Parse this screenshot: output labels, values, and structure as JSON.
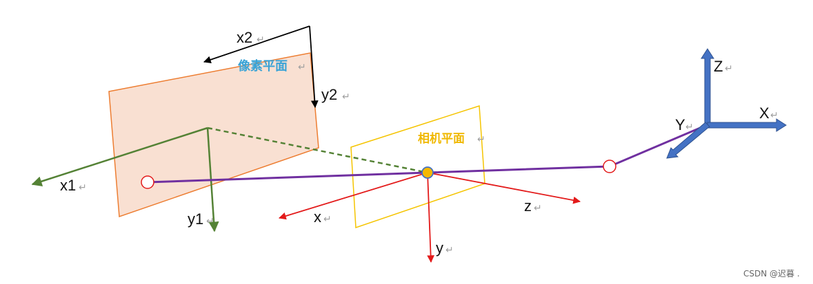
{
  "pixel_plane": {
    "title": "像素平面",
    "x_label": "x2",
    "y_label": "y2"
  },
  "image_plane": {
    "x_label": "x1",
    "y_label": "y1"
  },
  "camera_plane": {
    "title": "相机平面",
    "x_label": "x",
    "y_label": "y",
    "z_label": "z"
  },
  "world_axes": {
    "x_label": "X",
    "y_label": "Y",
    "z_label": "Z"
  },
  "return_mark": "↵",
  "watermark": "CSDN @迟暮 .",
  "colors": {
    "pixel_plane_fill": "#f9e0d2",
    "pixel_plane_stroke": "#ed7d31",
    "camera_plane_stroke": "#f5c400",
    "green_axes": "#548235",
    "red_axes": "#e31a1a",
    "purple_ray": "#7030a0",
    "world_axes": "#4472c4",
    "point_marker": "#e31a1a",
    "optical_center": "#f5b800"
  }
}
